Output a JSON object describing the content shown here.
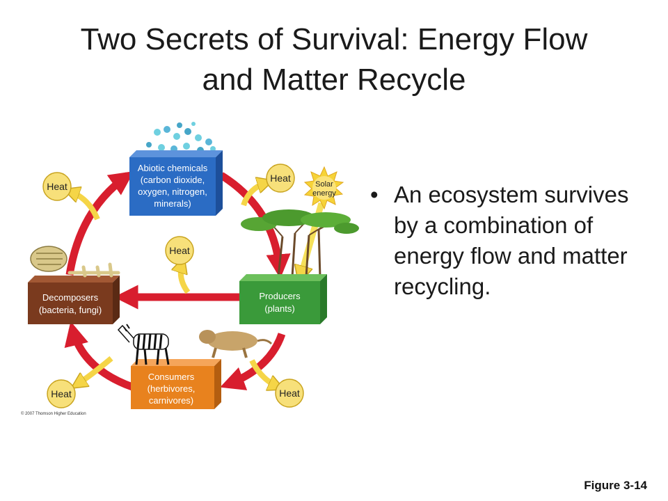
{
  "slide": {
    "title_line1": "Two Secrets of Survival: Energy Flow",
    "title_line2": "and Matter Recycle",
    "bullet_symbol": "•",
    "bullet_text": "An ecosystem survives by a combination of energy flow and matter recycling.",
    "figure_label": "Figure 3-14"
  },
  "diagram": {
    "abiotic": {
      "line1": "Abiotic chemicals",
      "line2": "(carbon dioxide,",
      "line3": "oxygen, nitrogen,",
      "line4": "minerals)",
      "color": "#2b6cc4"
    },
    "producers": {
      "line1": "Producers",
      "line2": "(plants)",
      "color": "#3a9a3a"
    },
    "decomposers": {
      "line1": "Decomposers",
      "line2": "(bacteria, fungi)",
      "color": "#7a3a1e"
    },
    "consumers": {
      "line1": "Consumers",
      "line2": "(herbivores,",
      "line3": "carnivores)",
      "color": "#e8821e"
    },
    "heat_label": "Heat",
    "solar_line1": "Solar",
    "solar_line2": "energy",
    "copyright": "© 2007 Thomson Higher Education",
    "cycle_arrow_color": "#d81e2e",
    "heat_arrow_color": "#f5d547"
  }
}
